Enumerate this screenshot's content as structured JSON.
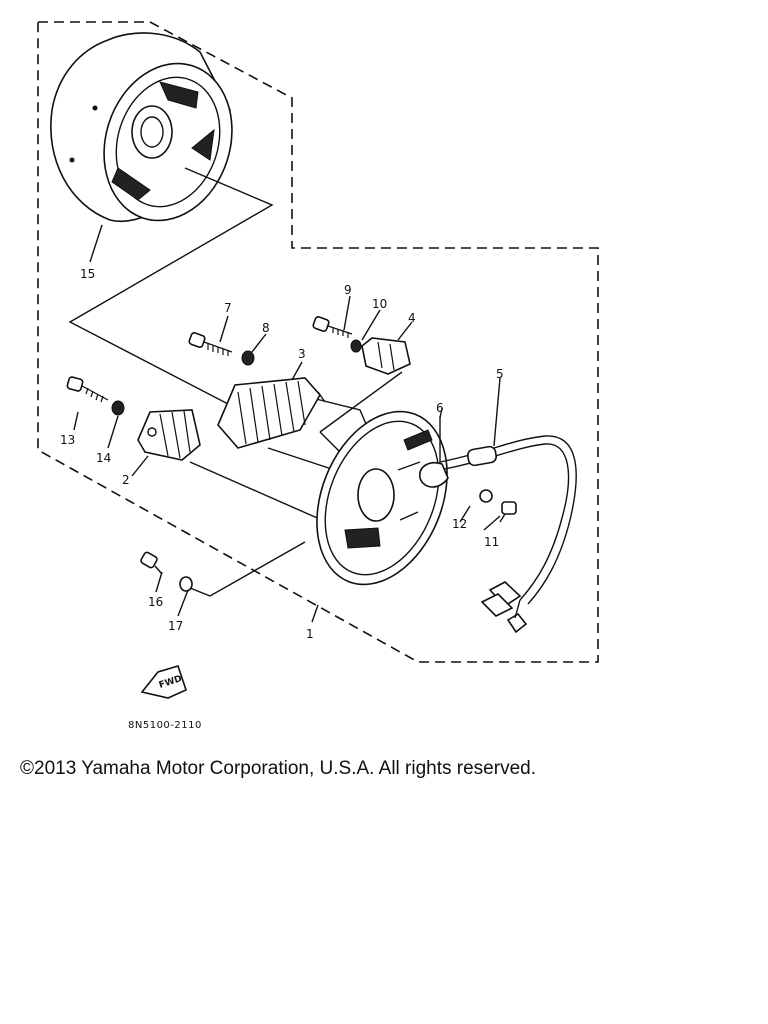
{
  "diagram": {
    "callouts": [
      "1",
      "2",
      "3",
      "4",
      "5",
      "6",
      "7",
      "8",
      "9",
      "10",
      "11",
      "12",
      "13",
      "14",
      "15",
      "16",
      "17"
    ],
    "code": "8N5100-2110",
    "fwd_label": "FWD"
  },
  "footer": {
    "copyright": "©2013 Yamaha Motor Corporation, U.S.A. All rights reserved."
  }
}
